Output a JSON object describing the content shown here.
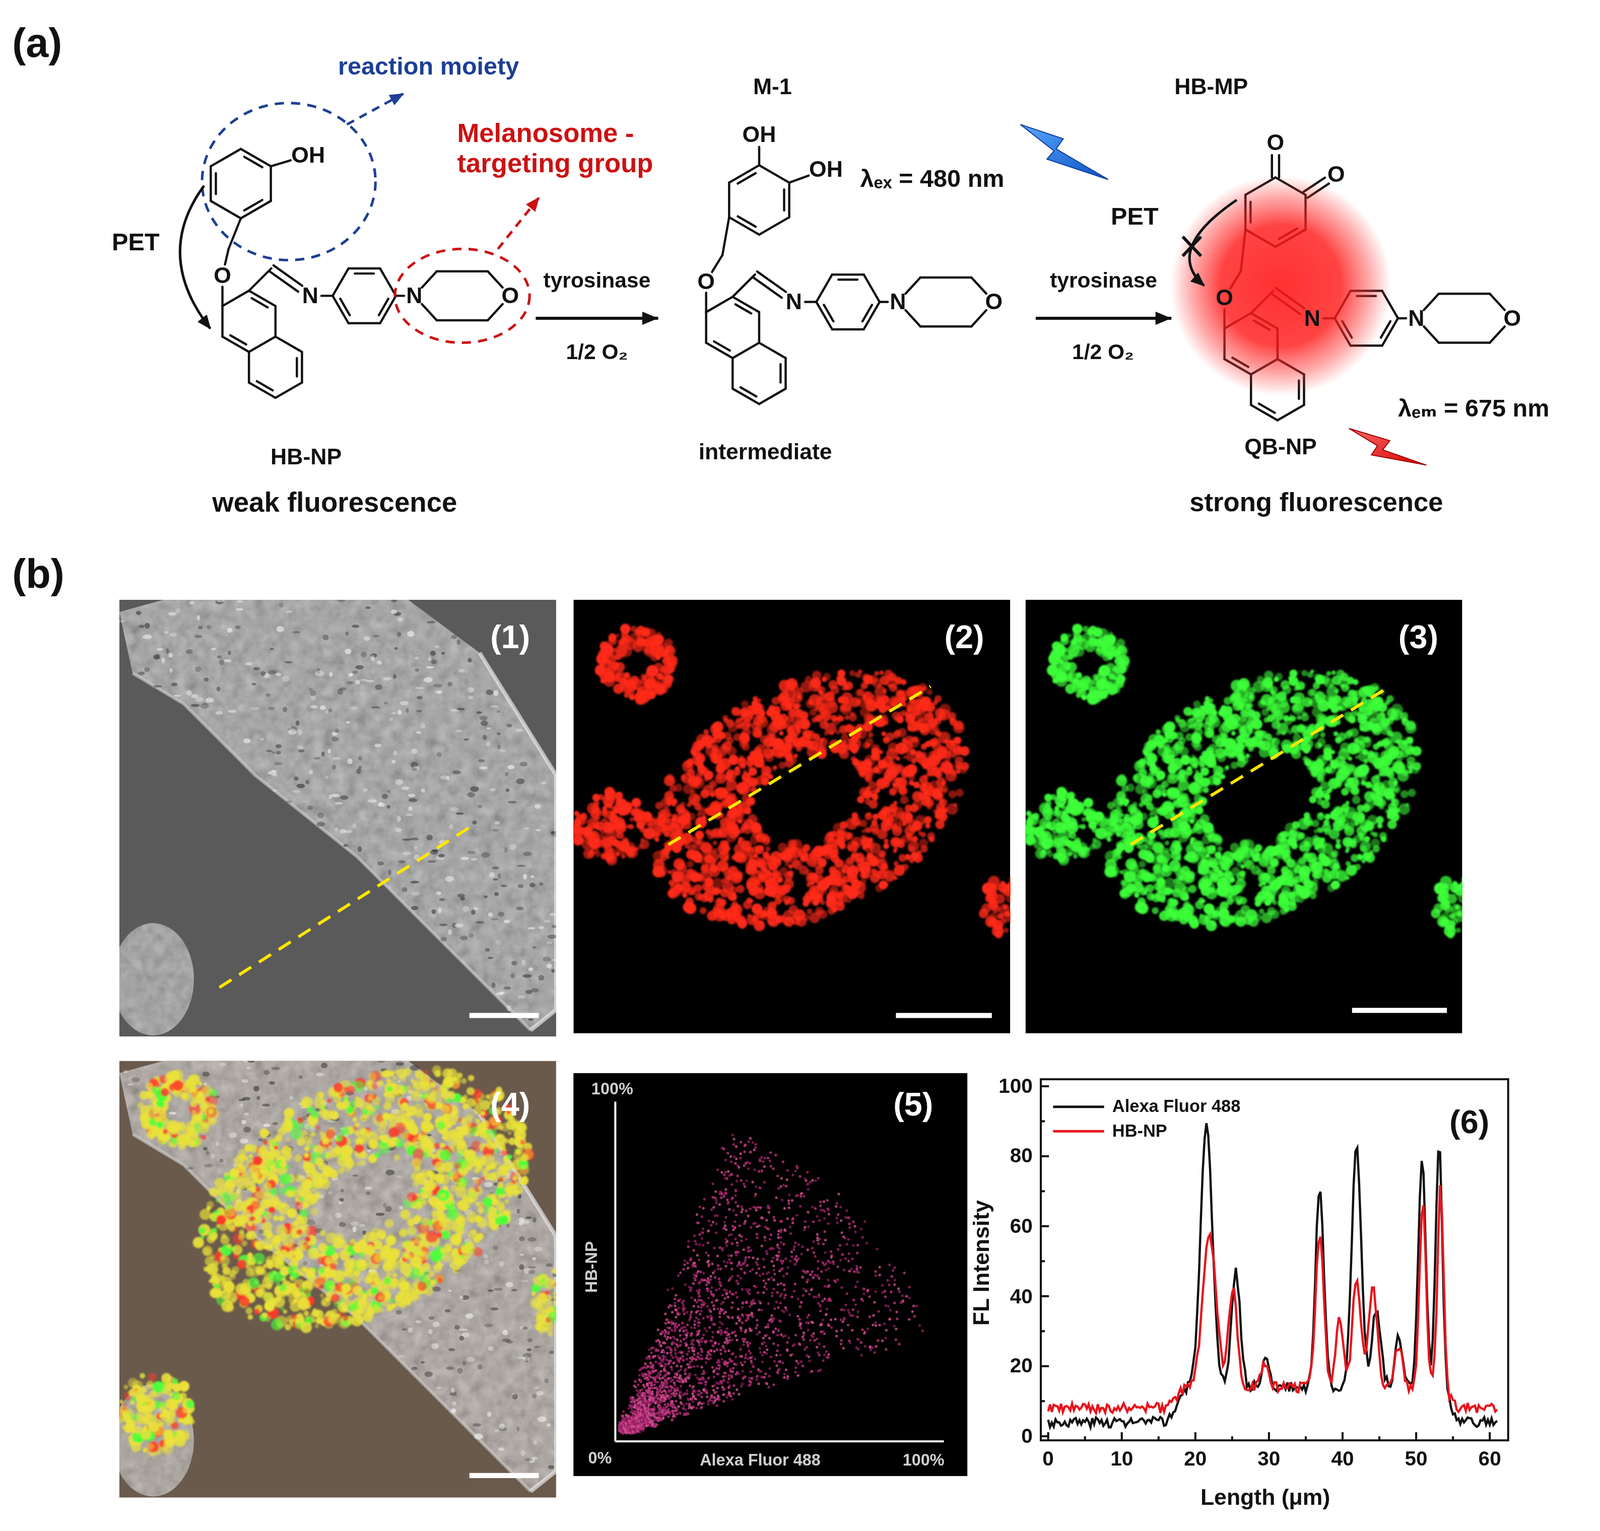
{
  "diagram": {
    "nodes": [
      {
        "text": [
          "HB-NP",
          "weak fluorescence"
        ]
      },
      {
        "text": [
          "M-1",
          "intermediate"
        ]
      },
      {
        "text": [
          "HB-MP",
          "QB-NP",
          "strong fluorescence"
        ]
      },
      {
        "text": [
          "(1)"
        ]
      },
      {
        "text": [
          "(2)"
        ]
      },
      {
        "text": [
          "(3)"
        ]
      },
      {
        "text": [
          "(4)"
        ]
      },
      {
        "text": [
          "(5)"
        ]
      },
      {
        "text": [
          "(6)"
        ]
      }
    ],
    "edges": [
      {
        "from": 0,
        "to": 1,
        "label": "tyrosinase",
        "arrow": "to"
      },
      {
        "from": 1,
        "to": 2,
        "label": "tyrosinase",
        "arrow": "to"
      }
    ],
    "labels": [
      "(a)",
      "reaction moiety",
      "PET",
      "OH",
      "O",
      "N",
      "N",
      "O",
      "Melanosome - targeting group",
      "1/2 O₂",
      "OH",
      "OH",
      "O",
      "N",
      "N",
      "O",
      "λₑₓ = 480 nm",
      "1/2 O₂",
      "PET",
      "O",
      "O",
      "O",
      "N",
      "N",
      "O",
      "λₑₘ = 675 nm",
      "(b)",
      "100%",
      "HB-NP",
      "0%",
      "Alexa Fluor 488",
      "100%",
      "FL Intensity",
      "0",
      "20",
      "40",
      "60",
      "80",
      "100",
      "0",
      "10",
      "20",
      "30",
      "40",
      "50",
      "60",
      "Length (μm)"
    ],
    "legend": [
      {
        "text": "Alexa Fluor 488"
      },
      {
        "text": "HB-NP"
      }
    ]
  }
}
